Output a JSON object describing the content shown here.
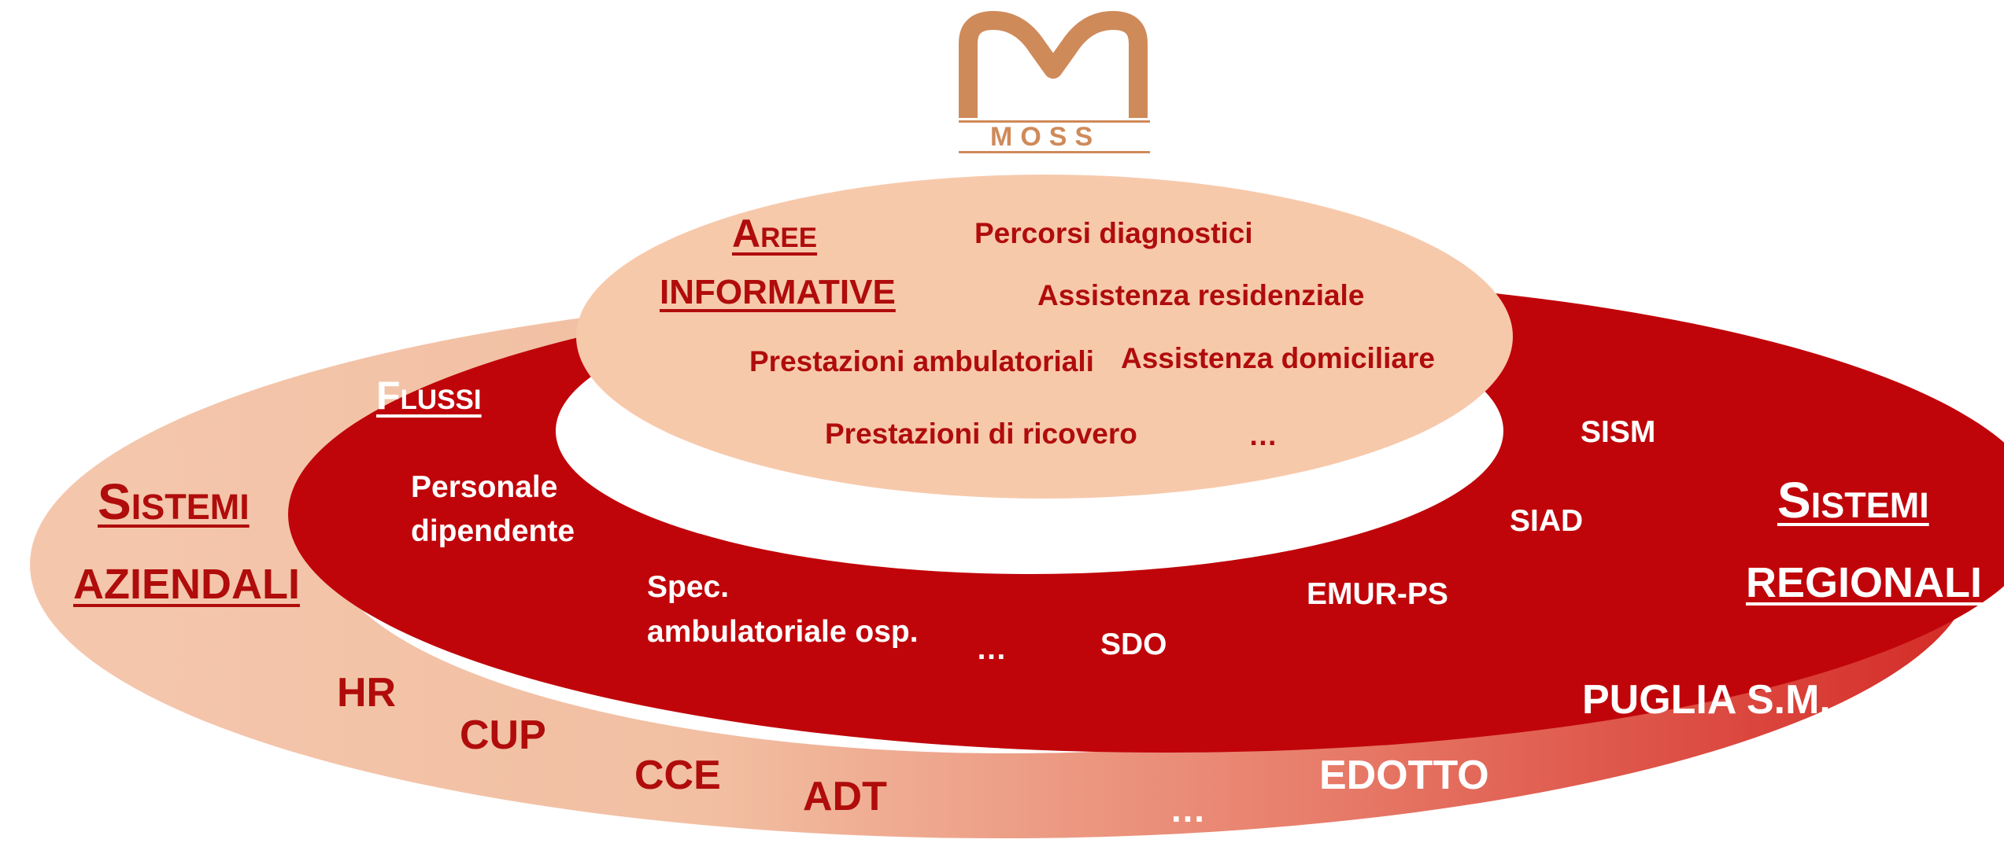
{
  "logo": {
    "text": "MOSS",
    "color": "#cf8a5a"
  },
  "colors": {
    "outer_light": "#f4c7ad",
    "outer_dark": "#d42a26",
    "middle_ring": "#c0050a",
    "inner_ellipse": "#f7c9ab",
    "dark_text": "#b00c0c",
    "light_text": "#ffffff"
  },
  "aree_informative": {
    "title_line1": "Aree",
    "title_line2": "INFORMATIVE",
    "items": [
      "Percorsi diagnostici",
      "Assistenza residenziale",
      "Prestazioni ambulatoriali",
      "Assistenza domiciliare",
      "Prestazioni di ricovero",
      "…"
    ]
  },
  "flussi": {
    "title": "Flussi",
    "items": [
      "Personale",
      "dipendente",
      "Spec.",
      "ambulatoriale osp.",
      "…",
      "SDO",
      "EMUR-PS",
      "SIAD",
      "SISM"
    ]
  },
  "sistemi_aziendali": {
    "title_line1": "Sistemi",
    "title_line2": "AZIENDALI",
    "items": [
      "HR",
      "CUP",
      "CCE",
      "ADT",
      "…"
    ]
  },
  "sistemi_regionali": {
    "title_line1": "Sistemi",
    "title_line2": "REGIONALI",
    "items": [
      "EDOTTO",
      "PUGLIA S.M."
    ]
  }
}
